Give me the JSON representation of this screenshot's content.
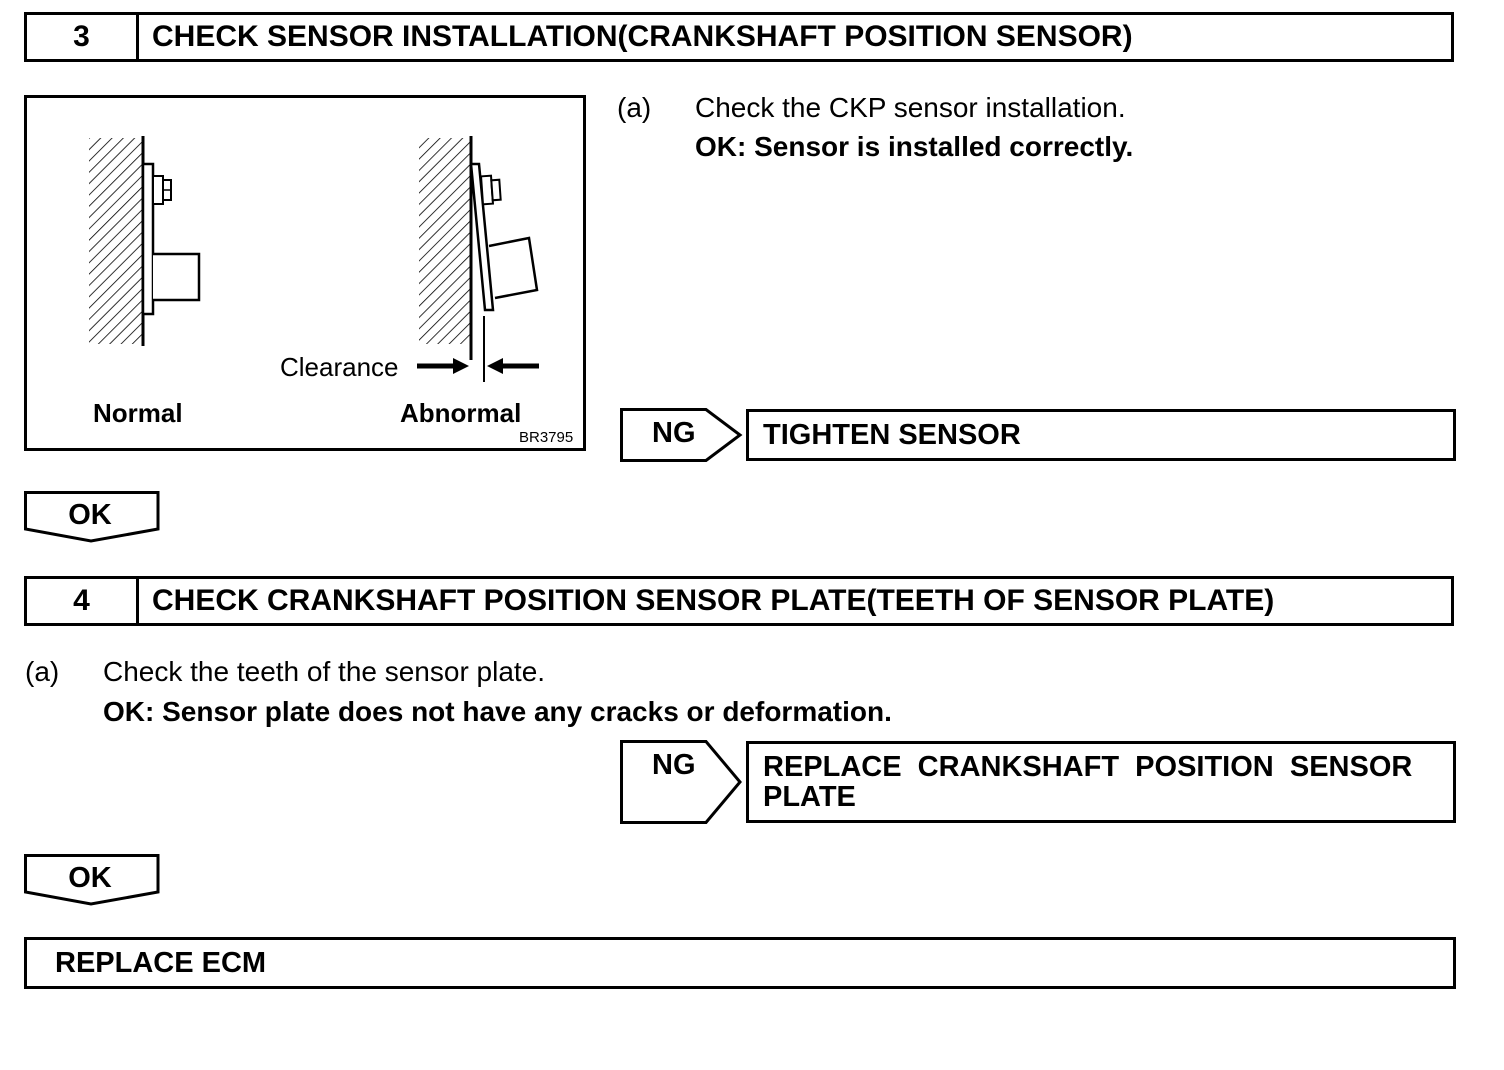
{
  "step3": {
    "number": "3",
    "title": "CHECK SENSOR INSTALLATION(CRANKSHAFT POSITION SENSOR)",
    "figure": {
      "clearance_label": "Clearance",
      "normal_label": "Normal",
      "abnormal_label": "Abnormal",
      "code": "BR3795"
    },
    "item_letter": "(a)",
    "item_text": "Check the CKP sensor installation.",
    "ok_text": "OK: Sensor is installed correctly.",
    "ng_label": "NG",
    "ng_action": "TIGHTEN SENSOR",
    "ok_label": "OK"
  },
  "step4": {
    "number": "4",
    "title": "CHECK CRANKSHAFT POSITION SENSOR PLATE(TEETH OF SENSOR PLATE)",
    "item_letter": "(a)",
    "item_text": "Check the teeth of the sensor plate.",
    "ok_text": "OK: Sensor plate does not have any cracks or deformation.",
    "ng_label": "NG",
    "ng_action_line1": "REPLACE  CRANKSHAFT  POSITION  SENSOR",
    "ng_action_line2": "PLATE",
    "ok_label": "OK"
  },
  "final": {
    "action": "REPLACE ECM"
  }
}
